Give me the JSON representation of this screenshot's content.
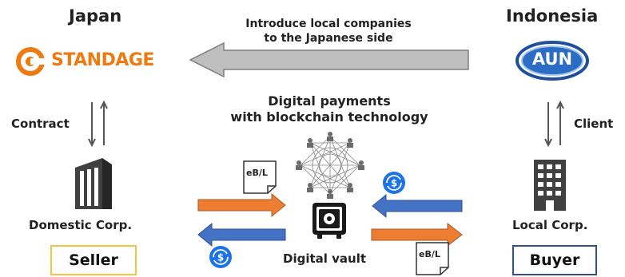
{
  "left": {
    "country": "Japan",
    "company_logo_text": "STANDAGE",
    "relation_label": "Contract",
    "entity_label": "Domestic Corp.",
    "role_label": "Seller"
  },
  "right": {
    "country": "Indonesia",
    "company_logo_text": "AUN",
    "relation_label": "Client",
    "entity_label": "Local Corp.",
    "role_label": "Buyer"
  },
  "top_arrow": {
    "line1": "Introduce local companies",
    "line2": "to the Japanese side"
  },
  "center": {
    "title_line1": "Digital payments",
    "title_line2": "with blockchain technology",
    "vault_label": "Digital vault",
    "document_label": "eB/L"
  },
  "colors": {
    "orange_arrow": "#ed7d31",
    "blue_arrow": "#4472c4",
    "gray_arrow": "#bfbfbf",
    "standage_orange": "#f07a12",
    "aun_blue": "#1f4e9c",
    "seller_border": "#f5c242",
    "buyer_border": "#2f4f8f",
    "coin_blue": "#1a73e8"
  },
  "icons": [
    "standage-logo-icon",
    "aun-logo-icon",
    "building-icon",
    "office-building-icon",
    "blockchain-network-icon",
    "safe-icon",
    "document-icon",
    "coin-icon"
  ]
}
